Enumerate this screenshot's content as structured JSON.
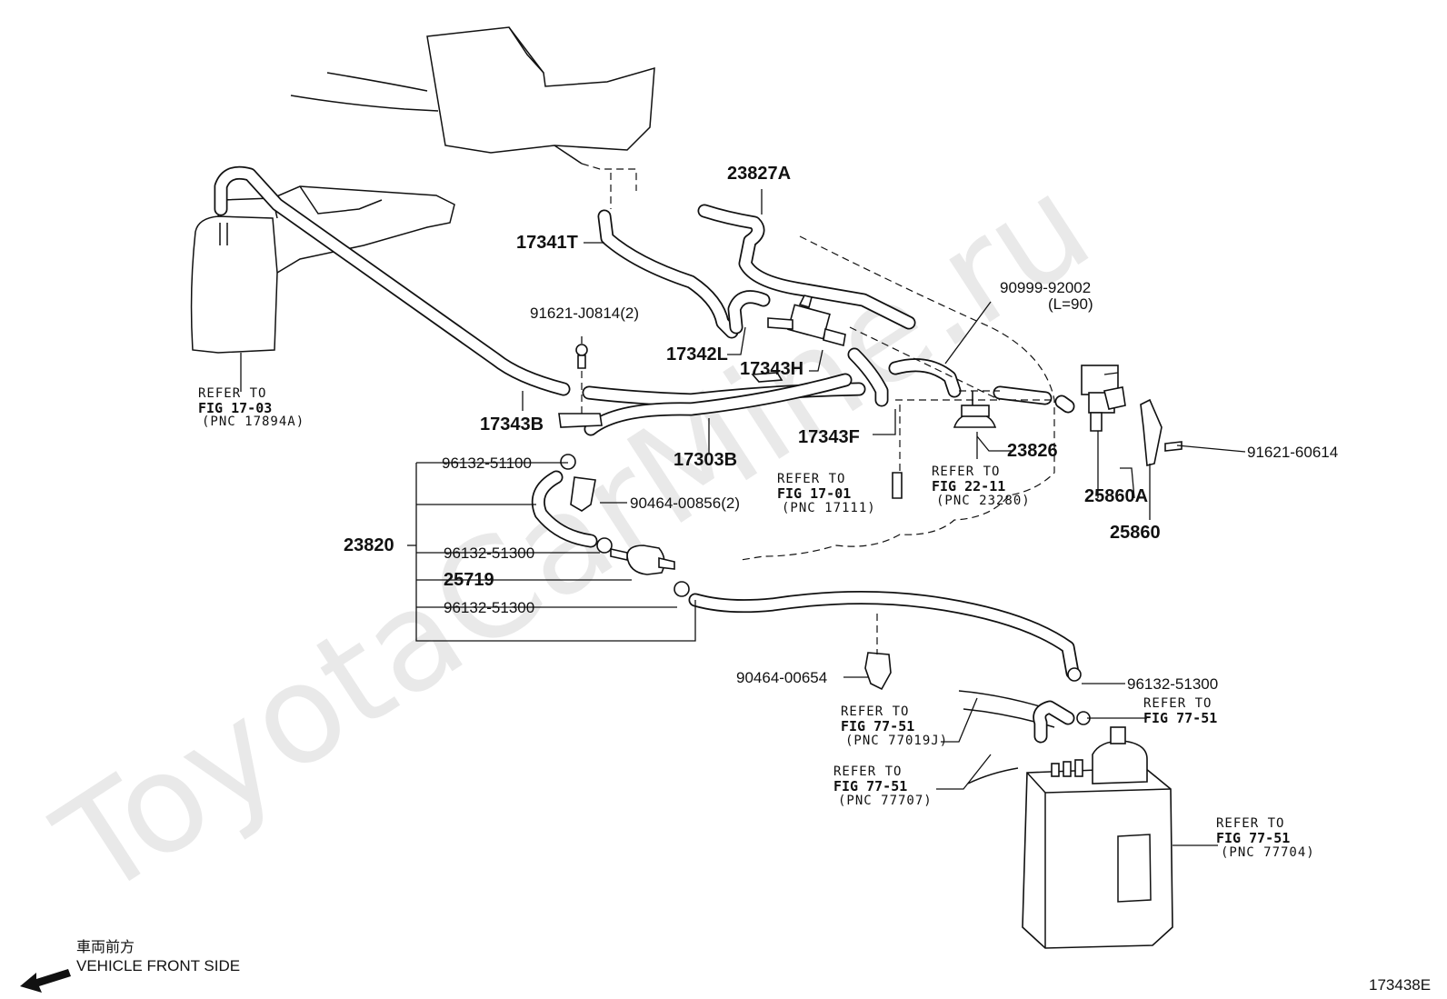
{
  "watermark": "ToyotaCarMine.ru",
  "figure_id": "173438E",
  "direction": {
    "japanese": "車両前方",
    "english": "VEHICLE FRONT SIDE"
  },
  "parts": {
    "p23827A": "23827A",
    "p17341T": "17341T",
    "p91621_J0814": "91621-J0814(2)",
    "p17342L": "17342L",
    "p17343H": "17343H",
    "p90999_92002": "90999-92002",
    "p90999_len": "(L=90)",
    "p17343B": "17343B",
    "p17303B": "17303B",
    "p17343F": "17343F",
    "p23826": "23826",
    "p91621_60614": "91621-60614",
    "p25860A": "25860A",
    "p25860": "25860",
    "p96132_51100": "96132-51100",
    "p90464_00856": "90464-00856(2)",
    "p23820": "23820",
    "p96132_51300a": "96132-51300",
    "p25719": "25719",
    "p96132_51300b": "96132-51300",
    "p90464_00654": "90464-00654",
    "p96132_51300c": "96132-51300"
  },
  "references": {
    "r1": {
      "line1": "REFER TO",
      "line2": "FIG 17-03",
      "line3": "(PNC 17894A)"
    },
    "r2": {
      "line1": "REFER TO",
      "line2": "FIG 17-01",
      "line3": "(PNC 17111)"
    },
    "r3": {
      "line1": "REFER TO",
      "line2": "FIG 22-11",
      "line3": "(PNC 23280)"
    },
    "r4": {
      "line1": "REFER TO",
      "line2": "FIG 77-51"
    },
    "r5": {
      "line1": "REFER TO",
      "line2": "FIG 77-51",
      "line3": "(PNC 77019J)"
    },
    "r6": {
      "line1": "REFER TO",
      "line2": "FIG 77-51",
      "line3": "(PNC 77707)"
    },
    "r7": {
      "line1": "REFER TO",
      "line2": "FIG 77-51",
      "line3": "(PNC 77704)"
    }
  }
}
